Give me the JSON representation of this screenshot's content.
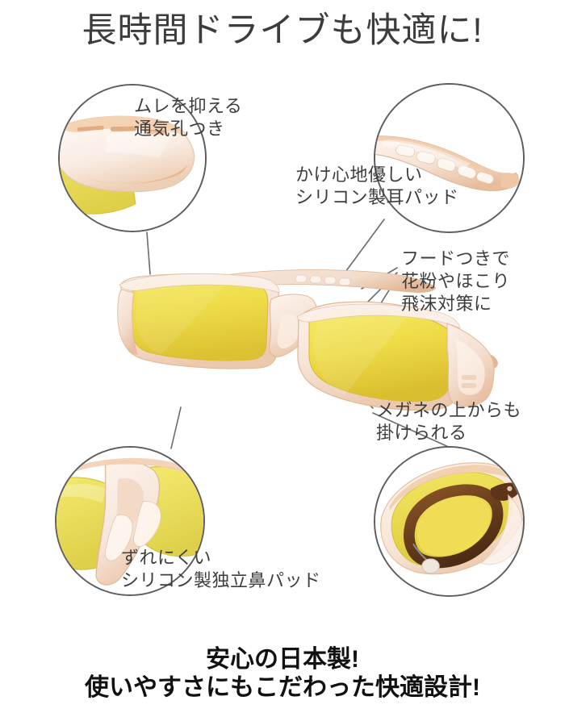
{
  "page": {
    "background": "#ffffff",
    "headline": "長時間ドライブも快適に!",
    "text_color": "#3c3c3c"
  },
  "footer": {
    "line1": "安心の日本製!",
    "line2": "使いやすさにもこだわった快適設計!",
    "color": "#111111"
  },
  "colors": {
    "lens_yellow": "#eedb46",
    "lens_yellow_deep": "#e0c93a",
    "frame_peach": "#f6e5d9",
    "frame_peach_edge": "#e8b894",
    "frame_shadow": "#d9a987",
    "circle_border": "#5d5d5d",
    "leader_line": "#6b6b6b",
    "brown_glasses": "#6d3f1d",
    "brown_glasses_light": "#9b6631"
  },
  "callouts": [
    {
      "id": "vent",
      "line1": "ムレを抑える",
      "line2": "通気孔つき",
      "inset_caption": "frame-corner-vent-holes-closeup"
    },
    {
      "id": "earpad",
      "line1": "かけ心地優しい",
      "line2": "シリコン製耳パッド",
      "inset_caption": "temple-arm-silicone-ear-pad-closeup"
    },
    {
      "id": "hood",
      "line1": "フードつきで",
      "line2": "花粉やほこり",
      "line3": "飛沫対策に",
      "inset_caption": ""
    },
    {
      "id": "overglass",
      "line1": "メガネの上からも",
      "line2": "掛けられる",
      "inset_caption": "brown-eyeglasses-under-overglasses-closeup"
    },
    {
      "id": "nosepad",
      "line1": "ずれにくい",
      "line2": "シリコン製独立鼻パッド",
      "inset_caption": "independent-silicone-nose-pad-closeup"
    }
  ],
  "product": {
    "name": "over-glasses-sunglasses",
    "frame_finish": "clear-peach",
    "lens_tint": "yellow"
  }
}
